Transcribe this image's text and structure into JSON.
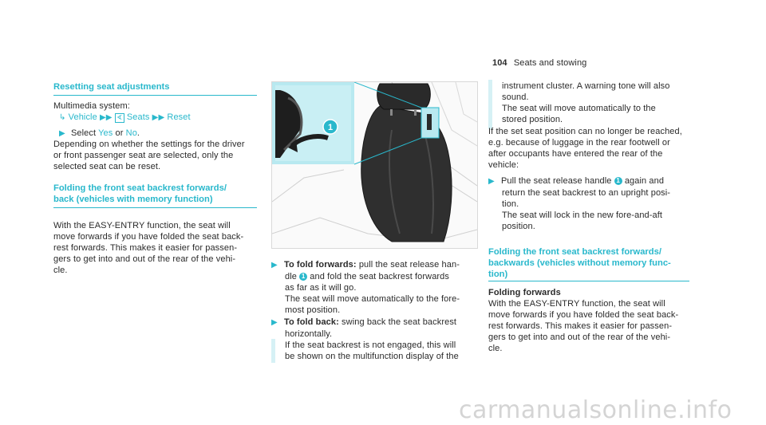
{
  "header": {
    "page_number": "104",
    "section": "Seats and stowing"
  },
  "col1": {
    "title": "Resetting seat adjustments",
    "system_label": "Multimedia system:",
    "path": [
      "Vehicle",
      "Seats",
      "Reset"
    ],
    "select_prefix": "Select",
    "opt_yes": "Yes",
    "opt_or": "or",
    "opt_no": "No",
    "select_end": ".",
    "desc": [
      "Depending on whether the settings for the driver",
      "or front passenger seat are selected, only the",
      "selected seat can be reset."
    ],
    "title2_l1": "Folding the front seat backrest forwards/",
    "title2_l2": "back (vehicles with memory function)",
    "body2": [
      "With the EASY-ENTRY function, the seat will",
      "move forwards if you have folded the seat back-",
      "rest forwards. This makes it easier for passen-",
      "gers to get into and out of the rear of the vehi-",
      "cle."
    ]
  },
  "figure": {
    "callout": "1"
  },
  "col2": {
    "step1_label": "To fold forwards:",
    "step1_l1_rest": "pull the seat release han-",
    "step1_l2_pre": "dle",
    "step1_l2_post": "and fold the seat backrest forwards",
    "step1_more": [
      "as far as it will go.",
      "The seat will move automatically to the fore-",
      "most position."
    ],
    "step2_label": "To fold back:",
    "step2_l1_rest": "swing back the seat backrest",
    "step2_more": [
      "horizontally.",
      "If the seat backrest is not engaged, this will",
      "be shown on the multifunction display of the"
    ]
  },
  "col3": {
    "cont": [
      "instrument cluster. A warning tone will also",
      "sound.",
      "The seat will move automatically to the",
      "stored position."
    ],
    "desc": [
      "If the set seat position can no longer be reached,",
      "e.g. because of luggage in the rear footwell or",
      "after occupants have entered the rear of the",
      "vehicle:"
    ],
    "step_l1_pre": "Pull the seat release handle",
    "step_l1_post": "again and",
    "step_more": [
      "return the seat backrest to an upright posi-",
      "tion.",
      "The seat will lock in the new fore-and-aft",
      "position."
    ],
    "title_l1": "Folding the front seat backrest forwards/",
    "title_l2": "backwards (vehicles without memory func-",
    "title_l3": "tion)",
    "subhead": "Folding forwards",
    "body": [
      "With the EASY-ENTRY function, the seat will",
      "move forwards if you have folded the seat back-",
      "rest forwards. This makes it easier for passen-",
      "gers to get into and out of the rear of the vehi-",
      "cle."
    ]
  },
  "watermark": "carmanualsonline.info"
}
